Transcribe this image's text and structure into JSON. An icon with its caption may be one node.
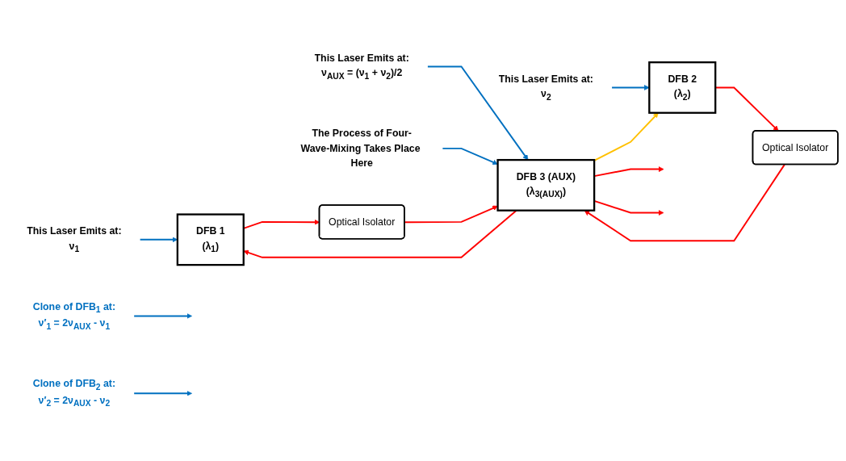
{
  "diagram": {
    "nodes": [
      {
        "text": [
          "This Laser Emits at:",
          "ν$_{1}$"
        ]
      },
      {
        "text": [
          "DFB 1",
          "(λ$_{1}$)"
        ]
      },
      {
        "text": [
          "Optical Isolator"
        ]
      },
      {
        "text": [
          "DFB 2",
          "(λ$_{2}$)"
        ]
      },
      {
        "text": [
          "Optical Isolator"
        ]
      },
      {
        "text": [
          "This Laser Emits at:",
          "ν$_{2}$"
        ]
      },
      {
        "text": [
          "This Laser Emits at:",
          "ν$_{AUX}$ = (ν$_{1}$ + ν$_{2}$)/2"
        ]
      },
      {
        "text": [
          "DFB 3 (AUX)",
          "(λ$_{3(AUX)}$)"
        ]
      },
      {
        "text": [
          "The Process of Four-Wave-Mixing Takes Place Here"
        ]
      },
      {
        "text": [
          "Clone of DFB$_{1}$ at:",
          "ν′$_{1}$ = 2ν$_{AUX}$ - ν$_{1}$"
        ]
      },
      {
        "text": [
          "Clone of DFB$_{2}$ at:",
          "ν′$_{2}$ = 2ν$_{AUX}$ - ν$_{2}$"
        ]
      }
    ],
    "edges": [
      {
        "from": 0,
        "to": 1,
        "arrow": "to",
        "color": "#0070c0"
      },
      {
        "from": 5,
        "to": 3,
        "arrow": "to",
        "color": "#0070c0"
      },
      {
        "from": 6,
        "to": 7,
        "arrow": "to",
        "color": "#0070c0"
      },
      {
        "from": 8,
        "to": 7,
        "arrow": "to",
        "color": "#0070c0"
      },
      {
        "from": 1,
        "to": 2,
        "arrow": "to"
      },
      {
        "from": 2,
        "to": 7,
        "arrow": "to"
      },
      {
        "from": 3,
        "to": 4,
        "arrow": "to"
      },
      {
        "from": 4,
        "to": 7,
        "arrow": "to"
      },
      {
        "from": 7,
        "to": null,
        "arrow": "to"
      },
      {
        "from": 7,
        "to": null,
        "arrow": "to"
      },
      {
        "from": 7,
        "to": 3,
        "arrow": "to",
        "color": "#ffc000"
      },
      {
        "from": 7,
        "to": 1,
        "arrow": "to"
      },
      {
        "from": 9,
        "to": null,
        "arrow": "to",
        "color": "#0070c0"
      },
      {
        "from": 10,
        "to": null,
        "arrow": "to",
        "color": "#0070c0"
      }
    ]
  }
}
